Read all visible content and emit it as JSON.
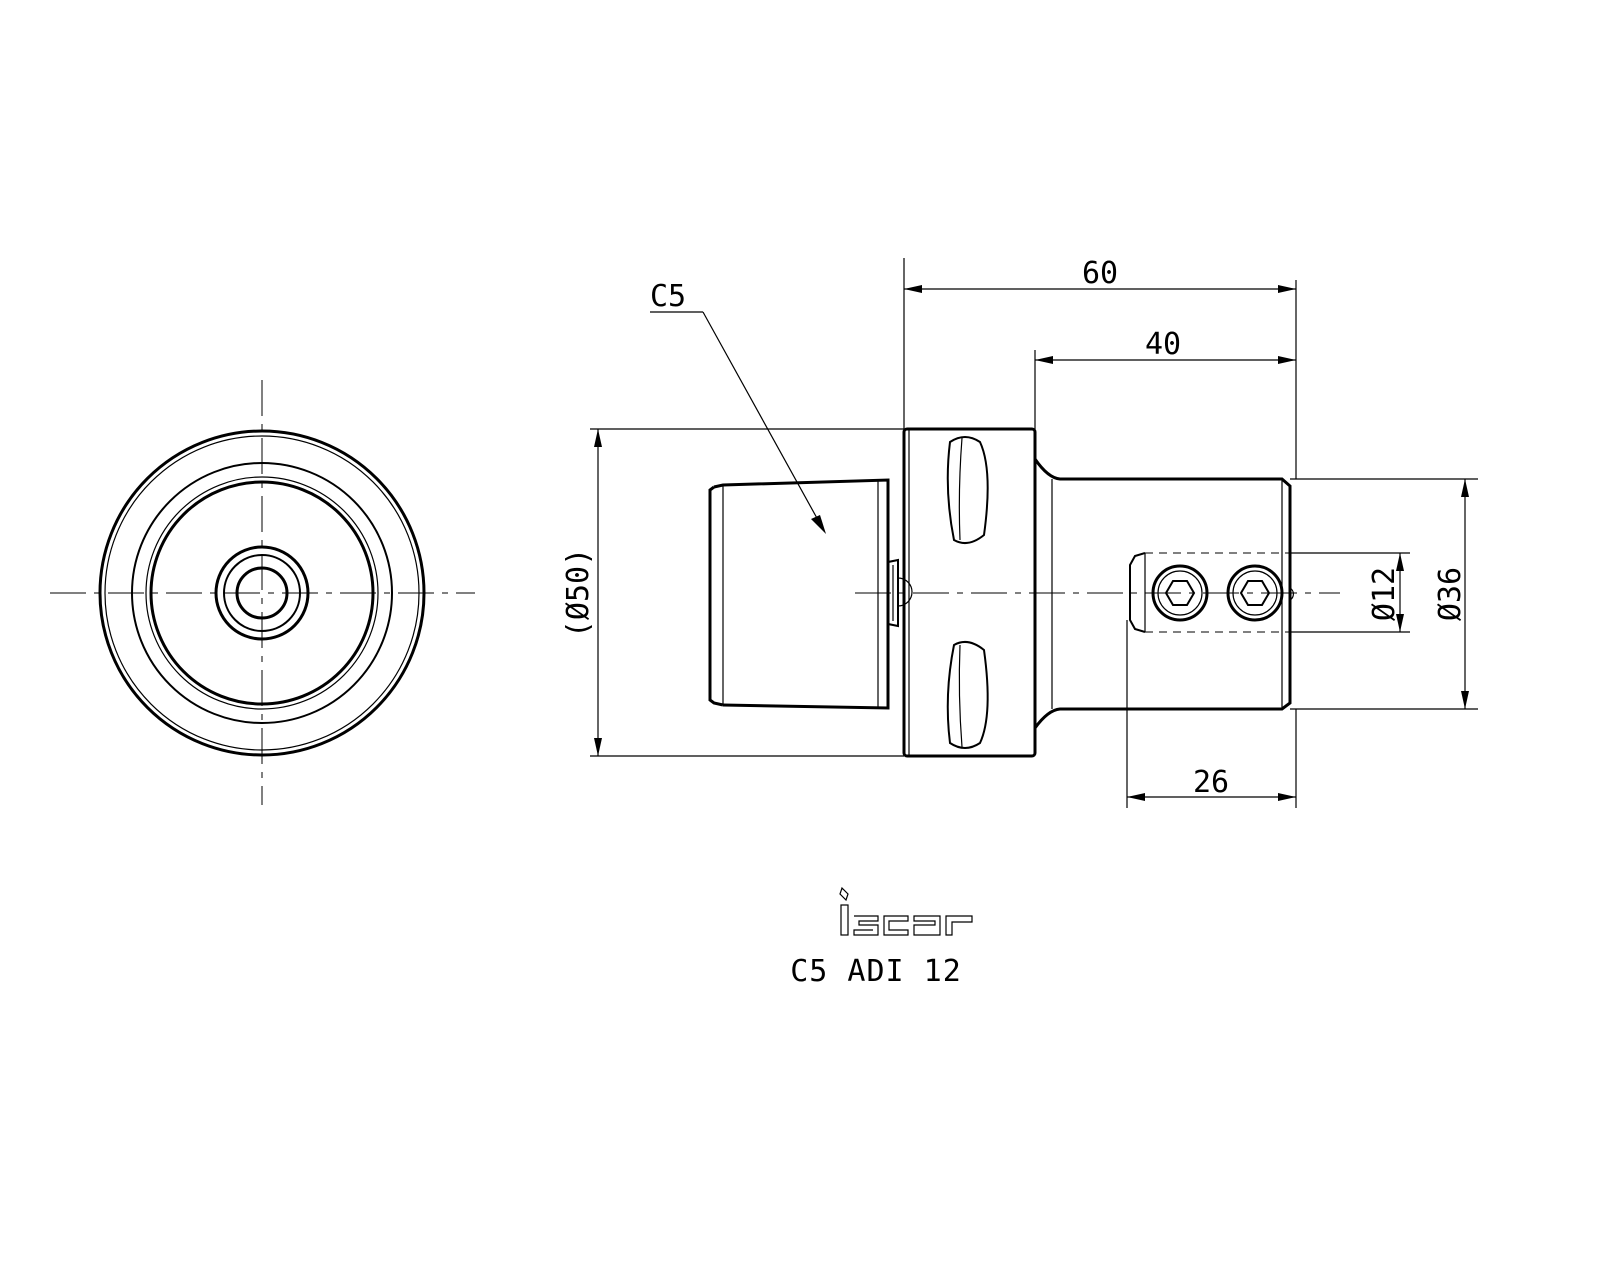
{
  "part": {
    "callout_label": "C5",
    "title": "C5 ADI 12"
  },
  "dimensions": {
    "overall_length": "60",
    "shank_length": "40",
    "clamp_length": "26",
    "flange_diameter": "(Ø50)",
    "shank_diameter": "Ø36",
    "bore_diameter": "Ø12"
  },
  "logo": {
    "brand_icon": "iscar-logo-icon"
  },
  "colors": {
    "line": "#000000",
    "background": "#ffffff"
  }
}
